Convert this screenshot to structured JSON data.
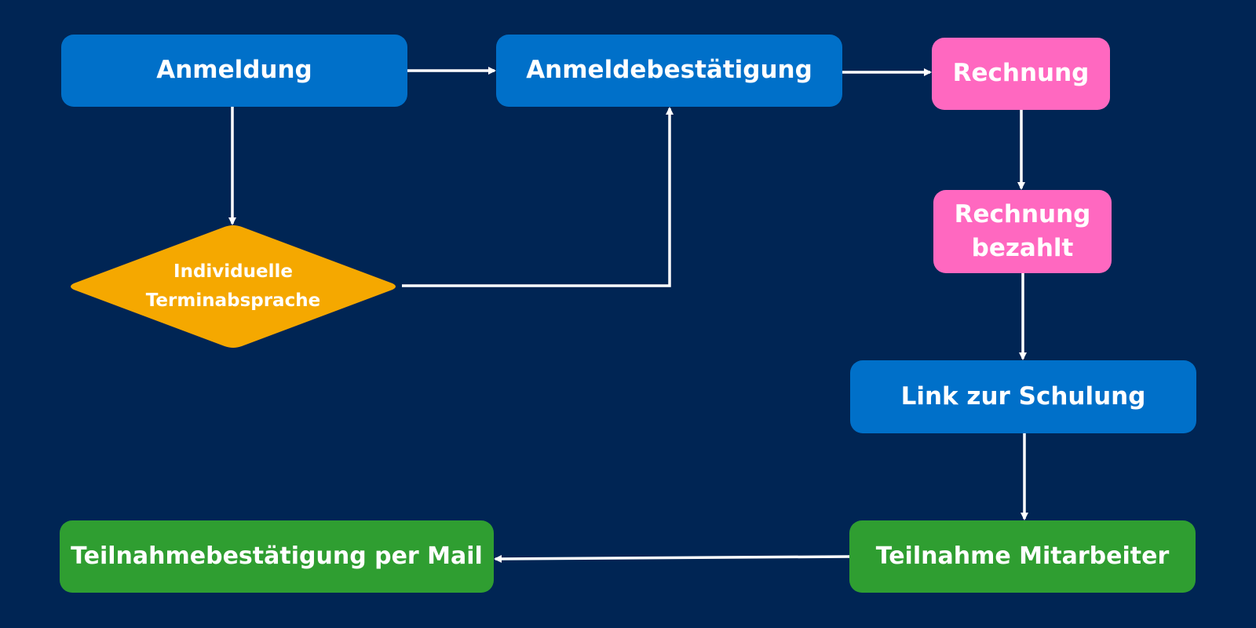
{
  "colors": {
    "background": "#002554",
    "process_blue": "#0070c9",
    "payment_pink": "#ff68c0",
    "participation_green": "#2f9e31",
    "decision_orange": "#f5a800",
    "connector": "#ffffff",
    "text": "#ffffff"
  },
  "nodes": {
    "anmeldung": "Anmeldung",
    "anmeldebestaetigung": "Anmeldebestätigung",
    "rechnung": "Rechnung",
    "rechnung_bezahlt_line1": "Rechnung",
    "rechnung_bezahlt_line2": "bezahlt",
    "link_zur_schulung": "Link zur Schulung",
    "teilnahme_mitarbeiter": "Teilnahme Mitarbeiter",
    "teilnahmebestaetigung": "Teilnahmebestätigung per Mail",
    "terminabsprache_line1": "Individuelle",
    "terminabsprache_line2": "Terminabsprache"
  },
  "edges": [
    {
      "from": "Anmeldung",
      "to": "Anmeldebestätigung"
    },
    {
      "from": "Anmeldebestätigung",
      "to": "Rechnung"
    },
    {
      "from": "Rechnung",
      "to": "Rechnung bezahlt"
    },
    {
      "from": "Rechnung bezahlt",
      "to": "Link zur Schulung"
    },
    {
      "from": "Link zur Schulung",
      "to": "Teilnahme Mitarbeiter"
    },
    {
      "from": "Teilnahme Mitarbeiter",
      "to": "Teilnahmebestätigung per Mail"
    },
    {
      "from": "Anmeldung",
      "to": "Individuelle Terminabsprache"
    },
    {
      "from": "Individuelle Terminabsprache",
      "to": "Anmeldebestätigung"
    }
  ]
}
